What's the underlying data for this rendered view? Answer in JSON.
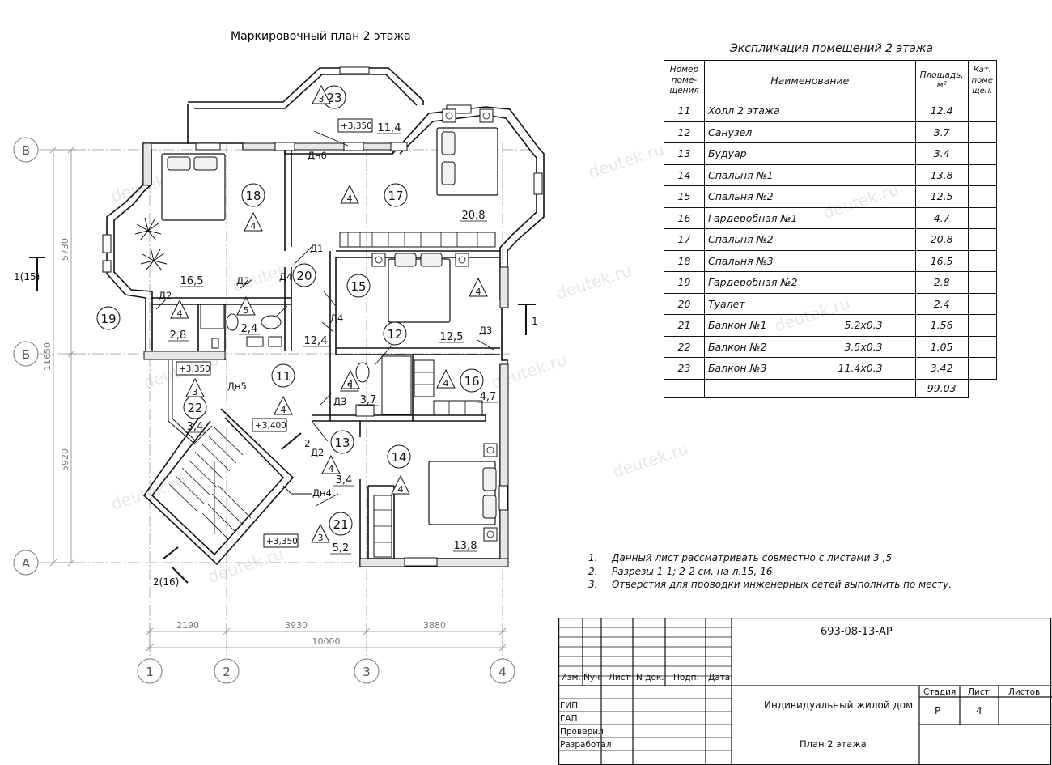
{
  "plan": {
    "title": "Маркировочный план 2 этажа",
    "axes_letters": [
      "А",
      "Б",
      "В"
    ],
    "axes_numbers": [
      "1",
      "2",
      "3",
      "4"
    ],
    "dims_vertical": [
      "5730",
      "5920",
      "11650"
    ],
    "dims_horizontal": [
      "2190",
      "3930",
      "3880"
    ],
    "dim_total": "10000",
    "sections": [
      "1(15)",
      "1",
      "2(16)",
      "2"
    ],
    "levels": [
      "+3,350",
      "+3,350",
      "+3,400",
      "+3,350"
    ],
    "doors": [
      "Дн6",
      "Д1",
      "Д2",
      "Д2",
      "Д4",
      "Д4",
      "Д3",
      "Д3",
      "Дн5",
      "Д2",
      "Дн4"
    ],
    "rooms": [
      {
        "num": "23",
        "area": "11,4"
      },
      {
        "num": "18",
        "area": "16,5"
      },
      {
        "num": "17",
        "area": "20,8"
      },
      {
        "num": "20",
        "area": "2,4"
      },
      {
        "num": "15",
        "area": "12,5"
      },
      {
        "num": "19",
        "area": "2,8"
      },
      {
        "num": "12",
        "area": "3,7"
      },
      {
        "num": "11",
        "area": "12,4"
      },
      {
        "num": "16",
        "area": "4,7"
      },
      {
        "num": "22",
        "area": "3,4"
      },
      {
        "num": "13",
        "area": "3,4"
      },
      {
        "num": "14",
        "area": "13,8"
      },
      {
        "num": "21",
        "area": "5,2"
      }
    ],
    "tags": [
      "3",
      "4",
      "4",
      "4",
      "5",
      "4",
      "5",
      "4",
      "4",
      "3",
      "4",
      "4",
      "4",
      "3"
    ]
  },
  "explication": {
    "title": "Экспликация помещений 2 этажа",
    "headers": {
      "num": "Номер поме-щения",
      "name": "Наименование",
      "area": "Площадь, м²",
      "cat": "Кат. поме щен."
    },
    "rows": [
      {
        "num": "11",
        "name": "Холл 2 этажа",
        "size": "",
        "area": "12.4"
      },
      {
        "num": "12",
        "name": "Санузел",
        "size": "",
        "area": "3.7"
      },
      {
        "num": "13",
        "name": "Будуар",
        "size": "",
        "area": "3.4"
      },
      {
        "num": "14",
        "name": "Спальня №1",
        "size": "",
        "area": "13.8"
      },
      {
        "num": "15",
        "name": "Спальня №2",
        "size": "",
        "area": "12.5"
      },
      {
        "num": "16",
        "name": "Гардеробная №1",
        "size": "",
        "area": "4.7"
      },
      {
        "num": "17",
        "name": "Спальня №2",
        "size": "",
        "area": "20.8"
      },
      {
        "num": "18",
        "name": "Спальня №3",
        "size": "",
        "area": "16.5"
      },
      {
        "num": "19",
        "name": "Гардеробная №2",
        "size": "",
        "area": "2.8"
      },
      {
        "num": "20",
        "name": "Туалет",
        "size": "",
        "area": "2.4"
      },
      {
        "num": "21",
        "name": "Балкон №1",
        "size": "5.2x0.3",
        "area": "1.56"
      },
      {
        "num": "22",
        "name": "Балкон №2",
        "size": "3.5x0.3",
        "area": "1.05"
      },
      {
        "num": "23",
        "name": "Балкон №3",
        "size": "11.4x0.3",
        "area": "3.42"
      }
    ],
    "total": "99.03"
  },
  "notes": [
    {
      "n": "1.",
      "text": "Данный лист рассматривать совместно с листами 3 ,5"
    },
    {
      "n": "2.",
      "text": "Разрезы 1-1; 2-2 см. на л.15, 16"
    },
    {
      "n": "3.",
      "text": "Отверстия для проводки инженерных сетей выполнить по месту."
    }
  ],
  "stamp": {
    "code": "693-08-13-АР",
    "cols": [
      "Изм.",
      "Nуч.",
      "Лист",
      "N док.",
      "Подп.",
      "Дата"
    ],
    "roles": [
      "ГИП",
      "ГАП",
      "Проверил",
      "Разработал"
    ],
    "project": "Индивидуальный жилой дом",
    "sheet_name": "План 2 этажа",
    "stage_label": "Стадия",
    "sheet_label": "Лист",
    "sheets_label": "Листов",
    "stage": "Р",
    "sheet": "4",
    "sheets": ""
  },
  "watermark": "deutek.ru"
}
